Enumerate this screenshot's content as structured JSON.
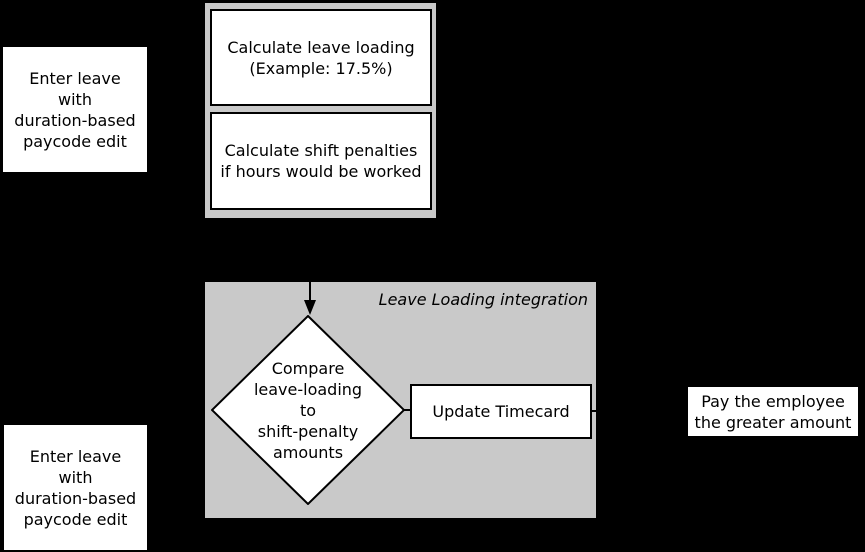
{
  "diagram": {
    "background_color": "#000000",
    "group_fill_color": "#c9c9c9",
    "node_fill_color": "#ffffff",
    "line_color": "#000000",
    "nodes": {
      "enter_leave_top": "Enter leave\nwith\nduration-based\npaycode edit",
      "enter_leave_bottom": "Enter leave\nwith\nduration-based\npaycode edit",
      "calc_leave_loading": "Calculate leave loading\n(Example: 17.5%)",
      "calc_shift_penalties": "Calculate shift penalties\nif hours would be worked",
      "compare_decision": "Compare\nleave-loading\nto\nshift-penalty\namounts",
      "update_timecard": "Update Timecard",
      "pay_employee": "Pay the employee\nthe greater amount"
    },
    "groups": {
      "integration_label": "Leave Loading integration"
    }
  }
}
